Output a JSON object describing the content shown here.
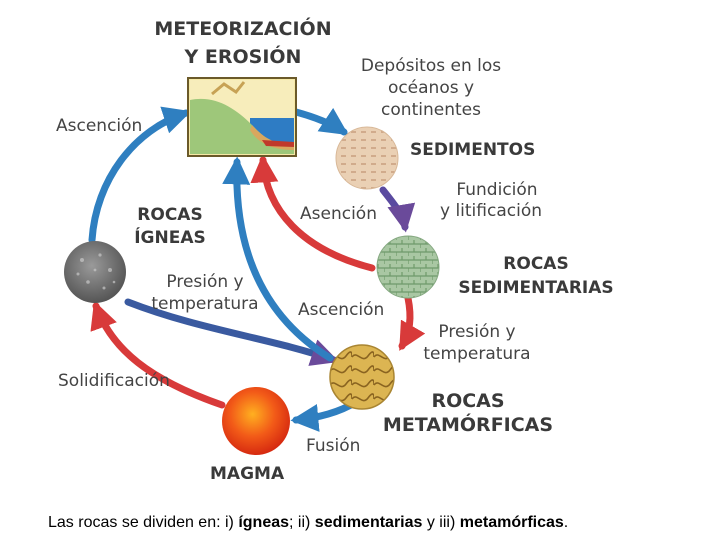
{
  "diagram": {
    "title_line1": "METEORIZACIÓN",
    "title_line2": "Y EROSIÓN",
    "deposits_line1": "Depósitos en los",
    "deposits_line2": "océanos y",
    "deposits_line3": "continentes",
    "sedimentos": "SEDIMENTOS",
    "fundicion_line1": "Fundición",
    "fundicion_line2": "y litificación",
    "ascencion": "Ascención",
    "asencion": "Asención",
    "rocas_igneas_line1": "ROCAS",
    "rocas_igneas_line2": "ÍGNEAS",
    "presion_left_line1": "Presión y",
    "presion_left_line2": "temperatura",
    "ascencion_mid": "Ascención",
    "rocas_sed_line1": "ROCAS",
    "rocas_sed_line2": "SEDIMENTARIAS",
    "presion_right_line1": "Presión y",
    "presion_right_line2": "temperatura",
    "solidificacion": "Solidificación",
    "rocas_met_line1": "ROCAS",
    "rocas_met_line2": "METAMÓRFICAS",
    "fusion": "Fusión",
    "magma": "MAGMA"
  },
  "caption": {
    "prefix": "Las rocas se dividen en: i) ",
    "igneas": "ígneas",
    "sep1": "; ii) ",
    "sedimentarias": "sedimentarias",
    "sep2": " y iii) ",
    "metamorficas": "metamórficas",
    "suffix": "."
  },
  "colors": {
    "blue_arrows": "#2f7fc0",
    "red_arrows": "#d83a3a",
    "purple_arrows": "#7a4a9a",
    "sediment": "#e6c9aa",
    "sedimentary_rock": "#9fc19a",
    "igneous": "#777777",
    "metamorphic": "#d9b24a",
    "magma": "#e8441c"
  },
  "icons": [
    "weathering-landscape-icon",
    "sediment-icon",
    "sedimentary-rock-icon",
    "igneous-rock-icon",
    "metamorphic-rock-icon",
    "magma-icon"
  ]
}
